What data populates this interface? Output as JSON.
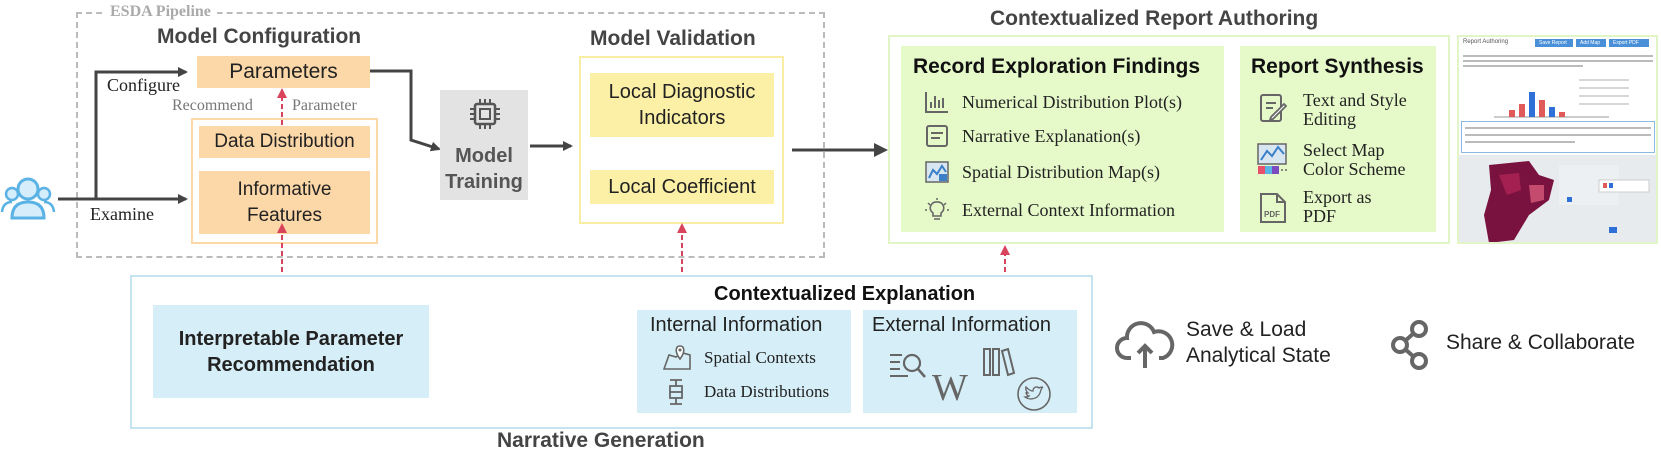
{
  "pipeline": {
    "label": "ESDA Pipeline",
    "configure": "Configure",
    "examine": "Examine",
    "recommend": "Recommend",
    "parameter": "Parameter"
  },
  "model_configuration": {
    "title": "Model Configuration",
    "parameters": "Parameters",
    "data_distribution": "Data Distribution",
    "informative_features": "Informative Features"
  },
  "model_training": {
    "label": "Model Training"
  },
  "model_validation": {
    "title": "Model Validation",
    "local_diagnostic": "Local Diagnostic Indicators",
    "local_coefficient": "Local Coefficient"
  },
  "report_authoring": {
    "title": "Contextualized Report Authoring",
    "record": {
      "title": "Record Exploration Findings",
      "items": [
        {
          "label": "Numerical Distribution Plot(s)",
          "icon": "bar-chart-icon"
        },
        {
          "label": "Narrative Explanation(s)",
          "icon": "document-icon"
        },
        {
          "label": "Spatial Distribution Map(s)",
          "icon": "map-icon"
        },
        {
          "label": "External Context Information",
          "icon": "lightbulb-icon"
        }
      ]
    },
    "synthesis": {
      "title": "Report Synthesis",
      "items": [
        {
          "label": "Text and Style Editing",
          "icon": "edit-icon"
        },
        {
          "label": "Select Map Color Scheme",
          "icon": "color-scheme-icon"
        },
        {
          "label": "Export as PDF",
          "icon": "pdf-icon"
        }
      ]
    }
  },
  "screenshot": {
    "header": "Report Authoring",
    "btn1": "Save Report",
    "btn2": "Add Map",
    "btn3": "Export PDF"
  },
  "narrative": {
    "title": "Narrative Generation",
    "recommendation": "Interpretable Parameter Recommendation",
    "contextualized_title": "Contextualized Explanation",
    "internal": {
      "title": "Internal Information",
      "items": [
        {
          "label": "Spatial Contexts",
          "icon": "map-pin-icon"
        },
        {
          "label": "Data Distributions",
          "icon": "box-plot-icon"
        }
      ]
    },
    "external": {
      "title": "External Information",
      "icons": [
        "search-list-icon",
        "wikipedia-icon",
        "books-icon",
        "twitter-icon"
      ],
      "wiki_letter": "W"
    }
  },
  "features": {
    "save_load": "Save & Load Analytical State",
    "share": "Share & Collaborate"
  },
  "colors": {
    "orange": "#fcd7a8",
    "yellow": "#fbf0a6",
    "green": "#e6f9c9",
    "blue": "#d6eef7",
    "arrow": "#444444",
    "dashed_red": "#d9435b",
    "icon_blue": "#5bb2e5",
    "icon_gray": "#555555"
  }
}
